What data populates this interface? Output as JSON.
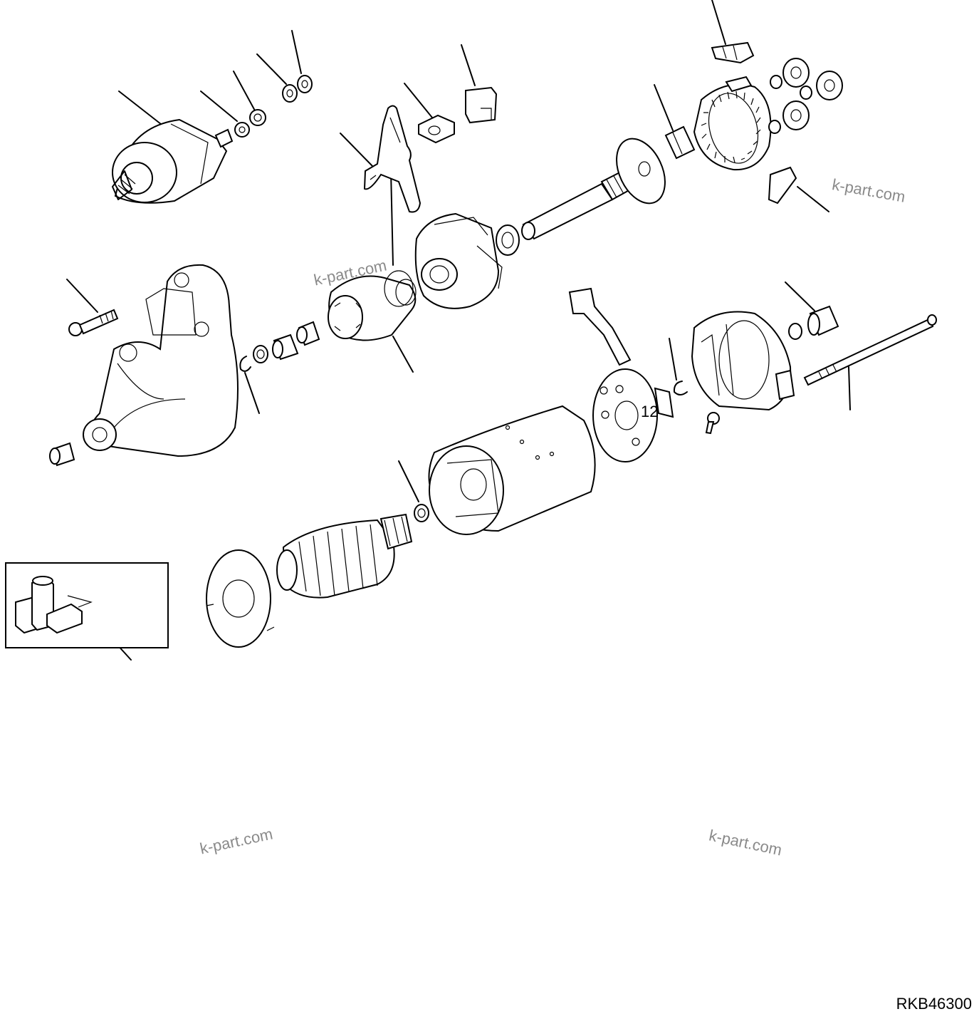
{
  "drawing_code": "RKB46300",
  "watermarks": [
    "k-part.com",
    "k-part.com",
    "k-part.com",
    "k-part.com"
  ],
  "callouts": [
    "12"
  ]
}
